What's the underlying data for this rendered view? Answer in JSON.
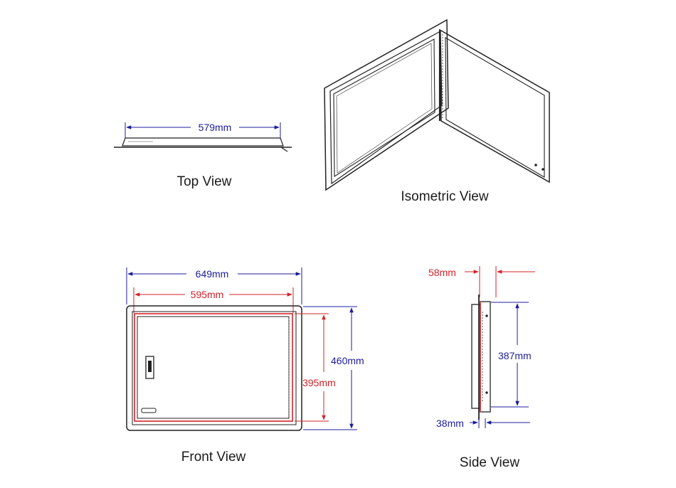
{
  "views": {
    "top": "Top View",
    "isometric": "Isometric View",
    "front": "Front View",
    "side": "Side View"
  },
  "dimensions": {
    "top_width": "579mm",
    "front_outer_width": "649mm",
    "front_inner_width": "595mm",
    "front_outer_height": "460mm",
    "front_inner_height": "395mm",
    "side_depth": "58mm",
    "side_height": "387mm",
    "side_flange": "38mm"
  },
  "colors": {
    "outer_dimension": "#1c1c9c",
    "inner_dimension": "#d2232a",
    "outline": "#222222"
  }
}
